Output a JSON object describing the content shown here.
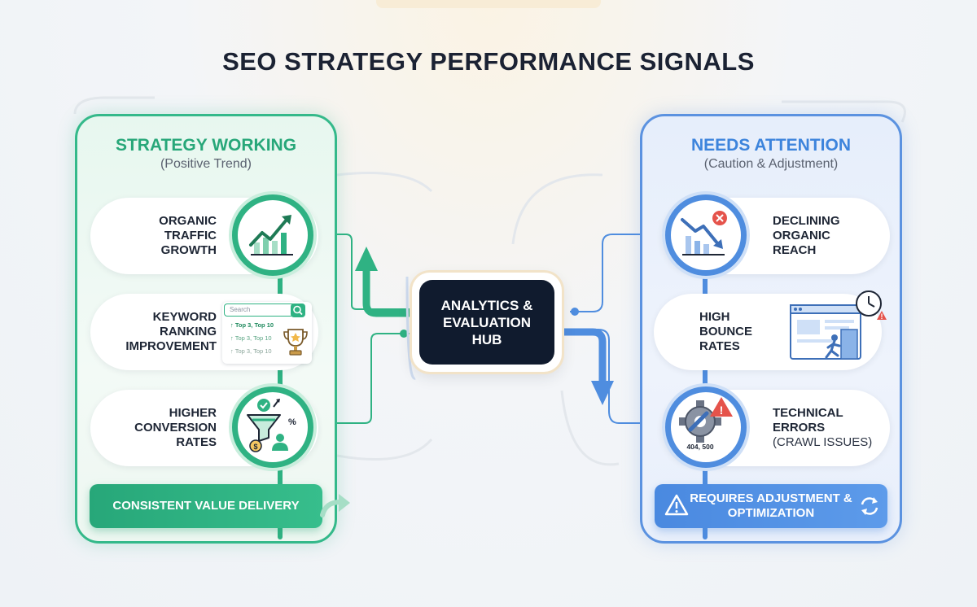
{
  "title": "SEO STRATEGY PERFORMANCE SIGNALS",
  "left_panel": {
    "title": "STRATEGY WORKING",
    "subtitle": "(Positive Trend)",
    "accent": "#2fb283",
    "items": [
      {
        "lines": [
          "ORGANIC",
          "TRAFFIC",
          "GROWTH"
        ],
        "icon": "rising-bar-chart-icon"
      },
      {
        "lines": [
          "KEYWORD",
          "RANKING",
          "IMPROVEMENT"
        ],
        "icon": "search-ranking-trophy-icon",
        "search_placeholder": "Search",
        "rankings": [
          "↑ Top 3, Top 10",
          "↑ Top 3, Top 10",
          "↑ Top 3, Top 10"
        ]
      },
      {
        "lines": [
          "HIGHER",
          "CONVERSION",
          "RATES"
        ],
        "icon": "conversion-funnel-icon",
        "icon_text": "%"
      }
    ],
    "cta": "CONSISTENT VALUE DELIVERY"
  },
  "hub": {
    "lines": [
      "ANALYTICS &",
      "EVALUATION",
      "HUB"
    ]
  },
  "right_panel": {
    "title": "NEEDS ATTENTION",
    "subtitle": "(Caution & Adjustment)",
    "accent": "#4f8ddf",
    "items": [
      {
        "lines": [
          "DECLINING",
          "ORGANIC",
          "REACH"
        ],
        "icon": "declining-chart-icon"
      },
      {
        "lines": [
          "HIGH",
          "BOUNCE",
          "RATES"
        ],
        "icon": "browser-exit-icon"
      },
      {
        "lines": [
          "TECHNICAL",
          "ERRORS"
        ],
        "extra": "(CRAWL ISSUES)",
        "icon": "gear-wrench-warning-icon",
        "icon_text": "404, 500"
      }
    ],
    "cta": "REQUIRES ADJUSTMENT & OPTIMIZATION"
  }
}
